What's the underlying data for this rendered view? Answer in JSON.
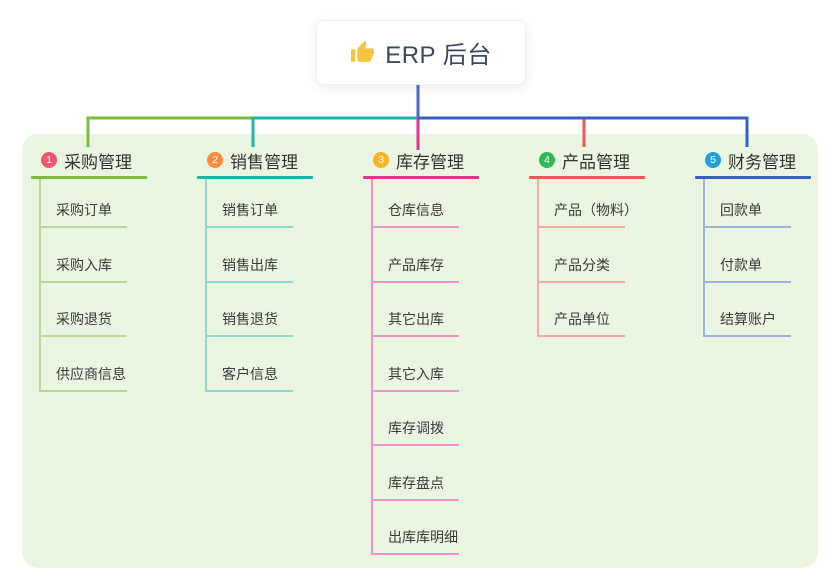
{
  "root": {
    "label": "ERP 后台",
    "icon": "thumbs-up",
    "icon_color": "#f6c443"
  },
  "canvas": {
    "background": "#ffffff",
    "panel_background": "#eaf6e2",
    "stem_color": "#5264c8"
  },
  "branches": [
    {
      "num": "1",
      "label": "采购管理",
      "badge_color": "#f0566e",
      "line_color": "#7dba40",
      "child_line_color": "#b7da92",
      "children": [
        "采购订单",
        "采购入库",
        "采购退货",
        "供应商信息"
      ]
    },
    {
      "num": "2",
      "label": "销售管理",
      "badge_color": "#ff8b3e",
      "line_color": "#1ab5ab",
      "child_line_color": "#8fd8d0",
      "children": [
        "销售订单",
        "销售出库",
        "销售退货",
        "客户信息"
      ]
    },
    {
      "num": "3",
      "label": "库存管理",
      "badge_color": "#ffb224",
      "line_color": "#e0348f",
      "child_line_color": "#f093c6",
      "children": [
        "仓库信息",
        "产品库存",
        "其它出库",
        "其它入库",
        "库存调拨",
        "库存盘点",
        "出库库明细"
      ]
    },
    {
      "num": "4",
      "label": "产品管理",
      "badge_color": "#33b857",
      "line_color": "#f25758",
      "child_line_color": "#f7a9a6",
      "children": [
        "产品（物料）",
        "产品分类",
        "产品单位"
      ]
    },
    {
      "num": "5",
      "label": "财务管理",
      "badge_color": "#229fd9",
      "line_color": "#3a5fc1",
      "child_line_color": "#9fb2e0",
      "children": [
        "回款单",
        "付款单",
        "结算账户"
      ]
    }
  ]
}
